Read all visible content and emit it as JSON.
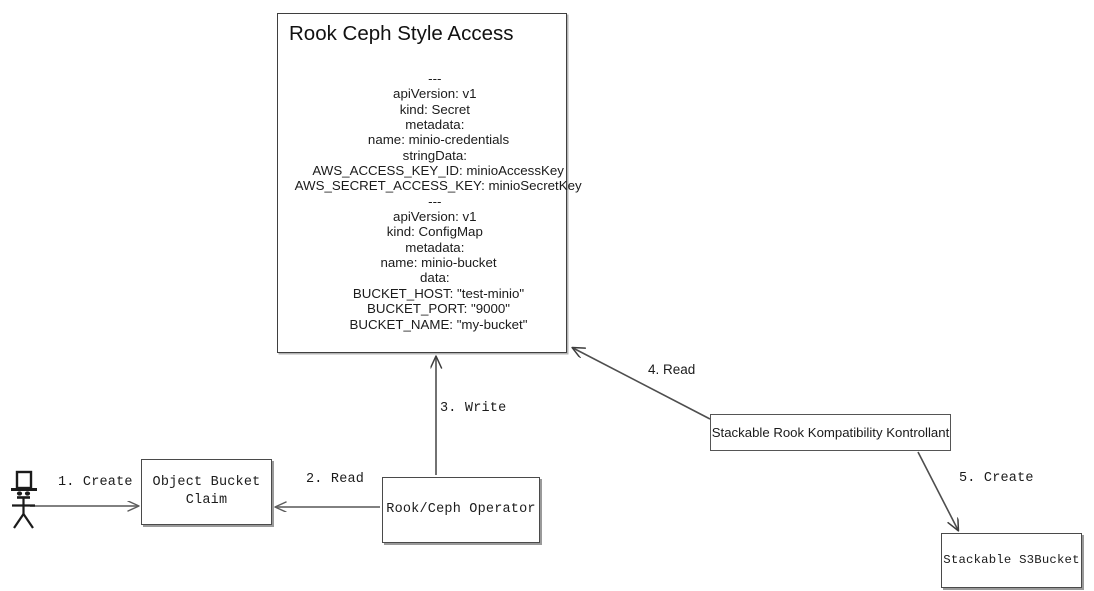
{
  "diagram": {
    "title_card": {
      "heading": "Rook Ceph Style Access",
      "yaml_lines": [
        "---",
        "apiVersion: v1",
        "kind: Secret",
        "metadata:",
        "  name: minio-credentials",
        "stringData:",
        "  AWS_ACCESS_KEY_ID: minioAccessKey",
        "  AWS_SECRET_ACCESS_KEY: minioSecretKey",
        "---",
        "apiVersion: v1",
        "kind: ConfigMap",
        "metadata:",
        "  name: minio-bucket",
        "data:",
        "  BUCKET_HOST: \"test-minio\"",
        "  BUCKET_PORT: \"9000\"",
        "  BUCKET_NAME: \"my-bucket\""
      ]
    },
    "nodes": {
      "actor": "stick-figure-actor",
      "object_bucket_claim": "Object Bucket\nClaim",
      "rook_ceph_operator": "Rook/Ceph Operator",
      "kontrollant": "Stackable Rook Kompatibility Kontrollant",
      "s3bucket": "Stackable S3Bucket"
    },
    "edges": [
      {
        "id": "create1",
        "label": "1. Create",
        "from": "actor",
        "to": "object_bucket_claim"
      },
      {
        "id": "read2",
        "label": "2. Read",
        "from": "rook_ceph_operator",
        "to": "object_bucket_claim"
      },
      {
        "id": "write3",
        "label": "3. Write",
        "from": "rook_ceph_operator",
        "to": "title_card"
      },
      {
        "id": "read4",
        "label": "4. Read",
        "from": "kontrollant",
        "to": "title_card"
      },
      {
        "id": "create5",
        "label": "5. Create",
        "from": "kontrollant",
        "to": "s3bucket"
      }
    ],
    "colors": {
      "background": "#ffffff",
      "stroke": "#4a4a4a",
      "text": "#1b1b1b",
      "shadow": "#9a9a9a"
    }
  }
}
